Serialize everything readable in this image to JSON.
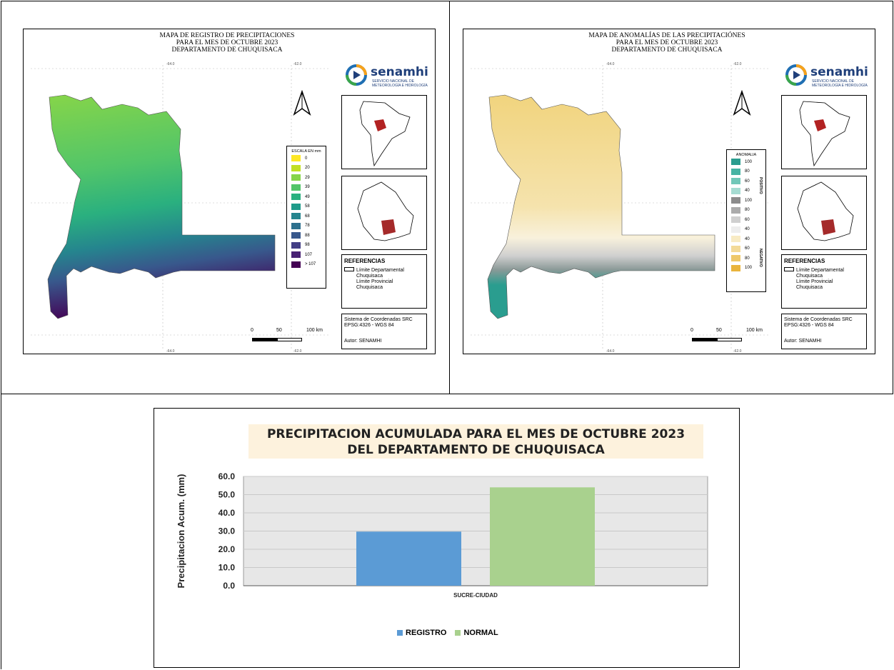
{
  "left_map": {
    "title_lines": [
      "MAPA DE REGISTRO DE  PRECIPITACIONES",
      "PARA EL MES DE OCTUBRE 2023",
      "DEPARTAMENTO DE CHUQUISACA"
    ],
    "legend_title": "ESCALA EN mm",
    "legend": [
      {
        "label": "0",
        "color": "#fde725"
      },
      {
        "label": "20",
        "color": "#c2df23"
      },
      {
        "label": "29",
        "color": "#86d549"
      },
      {
        "label": "39",
        "color": "#52c569"
      },
      {
        "label": "49",
        "color": "#2ab07f"
      },
      {
        "label": "58",
        "color": "#1e9b8a"
      },
      {
        "label": "68",
        "color": "#25858e"
      },
      {
        "label": "78",
        "color": "#2d708e"
      },
      {
        "label": "88",
        "color": "#38588c"
      },
      {
        "label": "98",
        "color": "#433e85"
      },
      {
        "label": "107",
        "color": "#482173"
      },
      {
        "label": "> 107",
        "color": "#440154"
      }
    ]
  },
  "right_map": {
    "title_lines": [
      "MAPA DE ANOMALÍAS DE LAS PRECIPITACIÓNES",
      "PARA EL MES DE OCTUBRE 2023",
      "DEPARTAMENTO DE CHUQUISACA"
    ],
    "legend_title": "ANOMALIA",
    "positive_label": "POSITIVO",
    "negative_label": "NEGATIVO",
    "legend": [
      {
        "label": "100",
        "color": "#2a9d8f"
      },
      {
        "label": "80",
        "color": "#47b3a3"
      },
      {
        "label": "60",
        "color": "#71c7b8"
      },
      {
        "label": "40",
        "color": "#a6dcd2"
      },
      {
        "label": "100",
        "color": "#8c8c8c"
      },
      {
        "label": "80",
        "color": "#ababab"
      },
      {
        "label": "60",
        "color": "#cfcfcf"
      },
      {
        "label": "40",
        "color": "#ededed"
      },
      {
        "label": "40",
        "color": "#f8ebc4"
      },
      {
        "label": "60",
        "color": "#f3da98"
      },
      {
        "label": "80",
        "color": "#eec86a"
      },
      {
        "label": "100",
        "color": "#e9b43c"
      }
    ]
  },
  "common": {
    "logo": "senamhi",
    "logo_sub": [
      "SERVICIO NACIONAL DE",
      "METEOROLOGÍA E HIDROLOGÍA"
    ],
    "references_title": "REFERENCIAS",
    "ref_dept": "Límite Departamental",
    "ref_dept_sub": "Chuquisaca",
    "ref_prov": "Límite Provincial",
    "ref_prov_sub": "Chuquisaca",
    "coord_line1": "Sistema de Coordenadas SRC",
    "coord_line2": "EPSG:4326 - WGS 84",
    "author": "Autor: SENAMHI",
    "scale_0": "0",
    "scale_50": "50",
    "scale_100": "100 km",
    "north_icon": "north-arrow-icon"
  },
  "chart_data": {
    "type": "bar",
    "title": "PRECIPITACION ACUMULADA PARA EL MES DE OCTUBRE 2023",
    "subtitle": "DEL DEPARTAMENTO DE CHUQUISACA",
    "ylabel": "Precipitacion Acum. (mm)",
    "xlabel": "",
    "categories": [
      "SUCRE-CIUDAD"
    ],
    "series": [
      {
        "name": "REGISTRO",
        "values": [
          29.7
        ],
        "color": "#5b9bd5"
      },
      {
        "name": "NORMAL",
        "values": [
          54.0
        ],
        "color": "#a9d18e"
      }
    ],
    "yticks": [
      "0.0",
      "10.0",
      "20.0",
      "30.0",
      "40.0",
      "50.0",
      "60.0"
    ],
    "ylim": [
      0,
      60
    ],
    "grid": true,
    "legend_position": "bottom"
  }
}
